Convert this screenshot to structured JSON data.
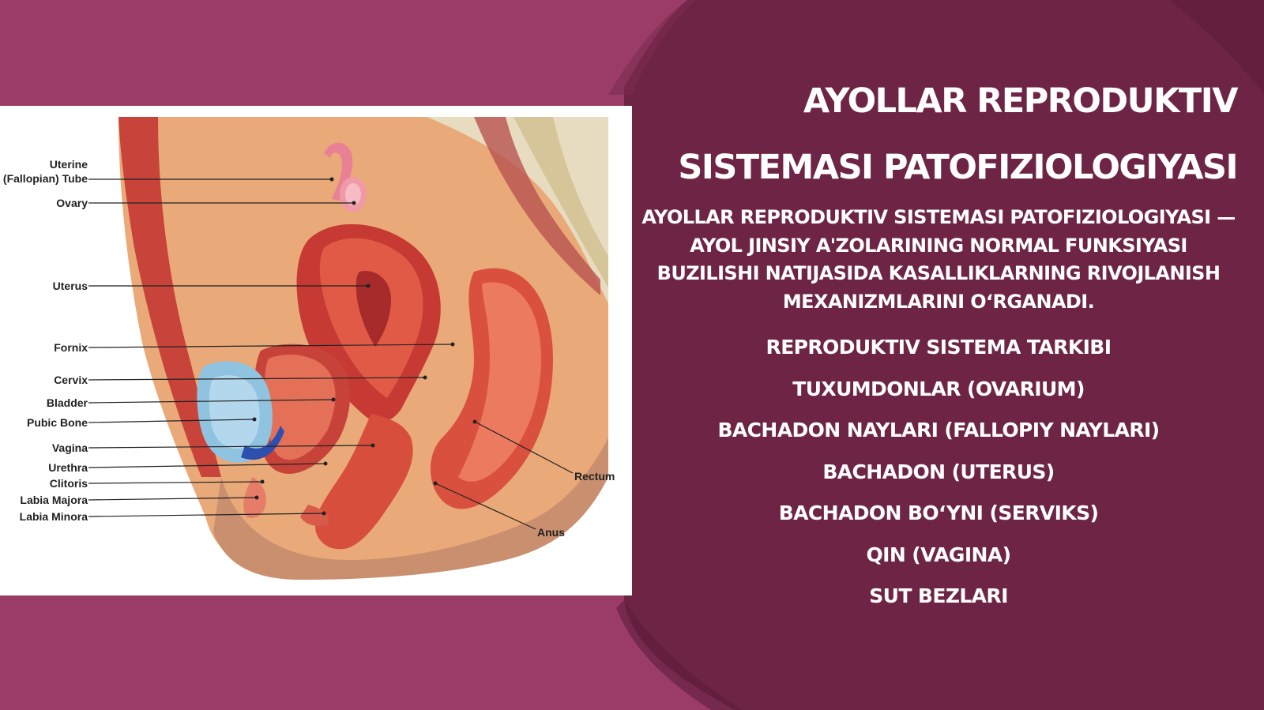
{
  "slide": {
    "title_line1": "AYOLLAR REPRODUKTIV",
    "title_line2": "SISTEMASI PATOFIZIOLOGIYASI",
    "intro": "AYOLLAR REPRODUKTIV SISTEMASI PATOFIZIOLOGIYASI — AYOL JINSIY A'ZOLARINING NORMAL FUNKSIYASI BUZILISHI NATIJASIDA KASALLIKLARNING RIVOJLANISH MEXANIZMLARINI O‘RGANADI.",
    "items": [
      "REPRODUKTIV SISTEMA TARKIBI",
      "TUXUMDONLAR (OVARIUM)",
      "BACHADON NAYLARI (FALLOPIY NAYLARI)",
      "BACHADON (UTERUS)",
      "BACHADON BO‘YNI (SERVIKS)",
      "QIN (VAGINA)",
      "SUT BEZLARI"
    ]
  },
  "diagram": {
    "labels": {
      "uterine1": "Uterine",
      "uterine2": "(Fallopian) Tube",
      "ovary": "Ovary",
      "uterus": "Uterus",
      "fornix": "Fornix",
      "cervix": "Cervix",
      "bladder": "Bladder",
      "pubic": "Pubic Bone",
      "vagina": "Vagina",
      "urethra": "Urethra",
      "clitoris": "Clitoris",
      "majora": "Labia Majora",
      "minora": "Labia Minora",
      "rectum": "Rectum",
      "anus": "Anus"
    }
  },
  "colors": {
    "background": "#9a3c66",
    "blob": "#6e2545",
    "text": "#ffffff"
  }
}
